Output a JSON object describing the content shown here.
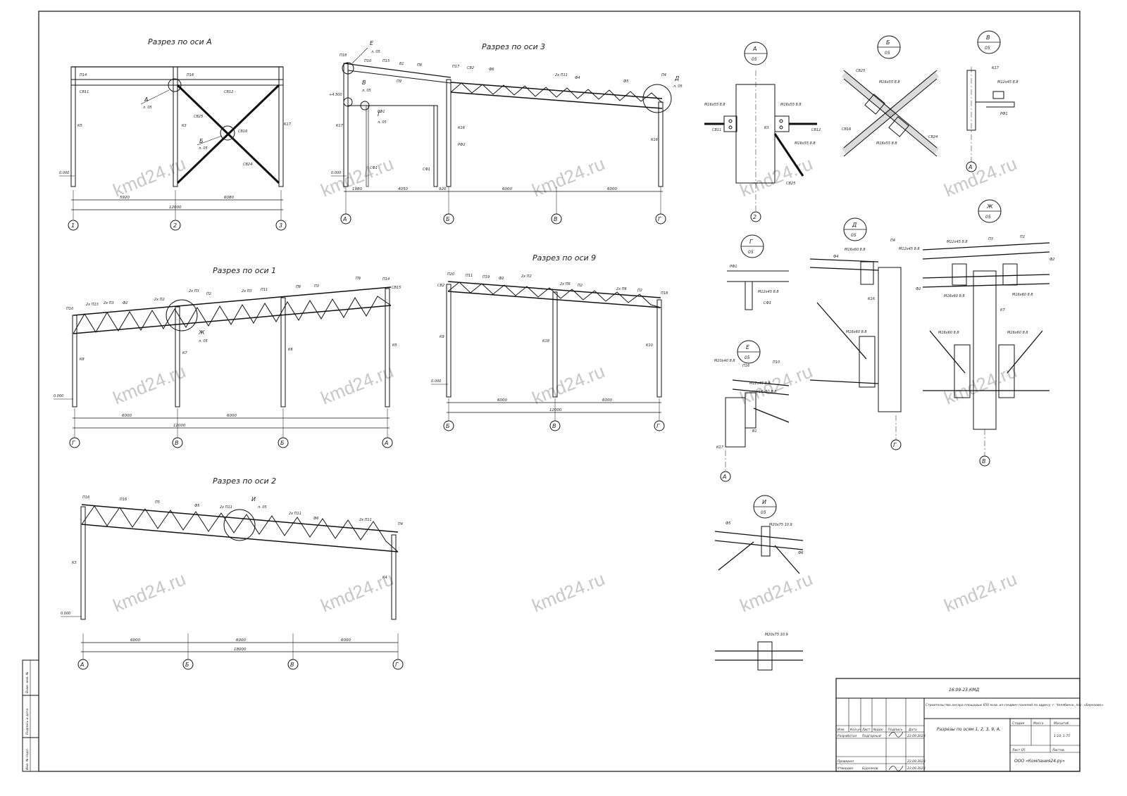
{
  "drawing_code": "16.09-23.КМД",
  "project_title": "Строительство ангара площадью 650 м.кв. из сэндвич панелей по адресу: г. Челябинск, пос. «Березово»",
  "sheet_title": "Разрезы по осям 1, 2, 3, 9, А.",
  "company": "ООО «Компания24.ру»",
  "scale": "1:10; 1:75",
  "sheet_no": "Лист 05",
  "title_block": {
    "headers": [
      "Изм.",
      "Кол.уч",
      "Лист",
      "№док",
      "Подпись",
      "Дата"
    ],
    "rows": [
      {
        "role": "Разработал",
        "name": "Подгорный",
        "date": "23.09.2023"
      },
      {
        "role": "Проверил",
        "name": "",
        "date": "23.09.2023"
      },
      {
        "role": "Утвердил",
        "name": "Бурлаков",
        "date": "23.09.2023"
      }
    ],
    "col_labels": [
      "Стадия",
      "Масса",
      "Масштаб"
    ],
    "sheets_label": "Листов"
  },
  "side_stamp": [
    "Взам. инв. №",
    "Подпись и дата",
    "Инв. № подл."
  ],
  "watermark": "kmd24.ru",
  "sections": [
    {
      "id": "A",
      "title": "Разрез по оси А",
      "axes": [
        "1",
        "2",
        "3"
      ],
      "spans": [
        "5920",
        "6080"
      ],
      "total": "12000",
      "level": "0.000",
      "labels": [
        "П14",
        "П16",
        "СВ11",
        "СВ12",
        "К5",
        "К3",
        "К17",
        "СВ25",
        "СВ16",
        "СВ24"
      ],
      "callouts": [
        {
          "mark": "А",
          "sheet": "л. 05"
        },
        {
          "mark": "Б",
          "sheet": "л. 05"
        }
      ]
    },
    {
      "id": "3",
      "title": "Разрез по оси 3",
      "axes": [
        "А",
        "Б",
        "В",
        "Г"
      ],
      "spans": [
        "1980",
        "4050",
        "920",
        "6000",
        "6000"
      ],
      "level": "0.000",
      "level_top": "+4.500",
      "labels": [
        "П18",
        "П10",
        "П15",
        "В1",
        "П9",
        "П8",
        "П17",
        "СВ2",
        "Ф6",
        "2х П11",
        "Ф4",
        "Ф5",
        "П4",
        "РФ1",
        "К17",
        "К16",
        "РФ2",
        "СФ1",
        "СФ1",
        "К16"
      ],
      "callouts": [
        {
          "mark": "Е",
          "sheet": "л. 05"
        },
        {
          "mark": "В",
          "sheet": "л. 05"
        },
        {
          "mark": "Г",
          "sheet": "л. 05"
        },
        {
          "mark": "Д",
          "sheet": "л. 05"
        }
      ]
    },
    {
      "id": "1",
      "title": "Разрез по оси 1",
      "axes": [
        "Г",
        "В",
        "Б",
        "А"
      ],
      "spans": [
        "6000",
        "6000"
      ],
      "total": "12000",
      "level": "0.000",
      "labels": [
        "П10",
        "2х П13",
        "2х П3",
        "Ф2",
        "2х П2",
        "2х П3",
        "П2",
        "2х П3",
        "П11",
        "П8",
        "П3",
        "П9",
        "П14",
        "СВ15",
        "К8",
        "К7",
        "К6",
        "К5"
      ],
      "callouts": [
        {
          "mark": "Ж",
          "sheet": "л. 05"
        }
      ]
    },
    {
      "id": "9",
      "title": "Разрез по оси 9",
      "axes": [
        "Б",
        "В",
        "Г"
      ],
      "spans": [
        "6000",
        "6000"
      ],
      "total": "12000",
      "level": "0.000",
      "labels": [
        "П20",
        "П11",
        "П19",
        "Ф2",
        "2х П2",
        "2х П6",
        "П2",
        "2х П6",
        "П2",
        "П18",
        "СВ2",
        "К9",
        "К18",
        "К10"
      ],
      "callouts": []
    },
    {
      "id": "2",
      "title": "Разрез по оси 2",
      "axes": [
        "А",
        "Б",
        "В",
        "Г"
      ],
      "spans": [
        "6000",
        "6000",
        "6000"
      ],
      "total": "18000",
      "level": "0.000",
      "labels": [
        "П16",
        "П16",
        "П5",
        "Ф5",
        "2х П11",
        "2х П11",
        "Ф6",
        "2х П11",
        "П4",
        "К3",
        "К4"
      ],
      "callouts": [
        {
          "mark": "И",
          "sheet": "л. 05"
        }
      ]
    }
  ],
  "nodes": [
    {
      "mark": "А",
      "sheet": "05",
      "axis": "2",
      "labels": [
        "М16х55 8.8",
        "М16х55 8.8",
        "М16х55 8.8",
        "СВ11",
        "СВ12",
        "К3",
        "СВ25"
      ]
    },
    {
      "mark": "Б",
      "sheet": "05",
      "labels": [
        "СВ25",
        "М16х55 8.8",
        "СВ16",
        "М16х55 8.8",
        "СВ24"
      ]
    },
    {
      "mark": "В",
      "sheet": "05",
      "axis": "А",
      "labels": [
        "К17",
        "М12х45 8.8",
        "РФ1"
      ]
    },
    {
      "mark": "Г",
      "sheet": "05",
      "labels": [
        "РФ1",
        "М12х45 8.8",
        "СФ1"
      ]
    },
    {
      "mark": "Д",
      "sheet": "05",
      "axis": "Г",
      "labels": [
        "Ф4",
        "М16х60 8.8",
        "П4",
        "М12х45 8.8",
        "К16",
        "М16х60 8.8"
      ]
    },
    {
      "mark": "Е",
      "sheet": "05",
      "axis": "А",
      "labels": [
        "М10х40 8.8",
        "П16",
        "П10",
        "М12х45 8.8",
        "У16х60 8.8",
        "В1",
        "К17"
      ]
    },
    {
      "mark": "Ж",
      "sheet": "05",
      "axis": "В",
      "labels": [
        "М12х45 8.8",
        "П3",
        "П2",
        "Ф2",
        "Ф2",
        "М16х60 8.8",
        "М16х60 8.8",
        "К7",
        "М16х60 8.8",
        "М16х60 8.8"
      ]
    },
    {
      "mark": "И",
      "sheet": "05",
      "labels": [
        "Ф5",
        "М20х75 10.9",
        "Ф6"
      ]
    },
    {
      "mark": "",
      "sheet": "",
      "labels": [
        "М20х75 10.9"
      ]
    }
  ]
}
